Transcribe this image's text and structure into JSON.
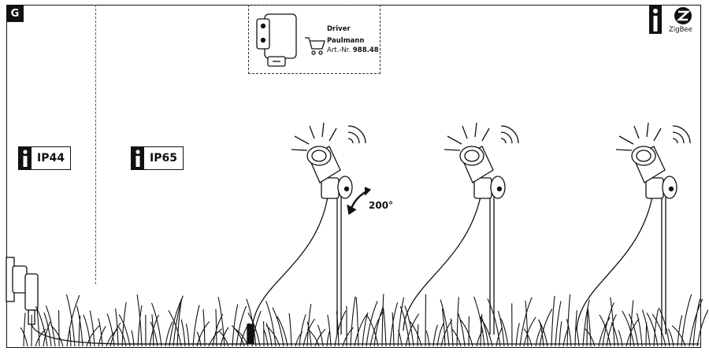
{
  "figure": {
    "letter": "G"
  },
  "driver": {
    "title": "Driver",
    "brand": "Paulmann",
    "article_prefix": "Art.-Nr.",
    "article_number": "988.48",
    "icons": [
      "plug-driver-icon",
      "shopping-cart-icon"
    ]
  },
  "zones": [
    {
      "rating": "IP44",
      "icon": "info-icon"
    },
    {
      "rating": "IP65",
      "icon": "info-icon"
    }
  ],
  "zigbee": {
    "label": "ZigBee",
    "icons": [
      "info-icon",
      "zigbee-logo-icon"
    ]
  },
  "spotlights": {
    "count_label": "",
    "rotation_label": "200°",
    "items": [
      {
        "icon": "garden-spotlight-icon",
        "signal_icon": "wireless-signal-icon"
      },
      {
        "icon": "garden-spotlight-icon",
        "signal_icon": "wireless-signal-icon"
      },
      {
        "icon": "garden-spotlight-icon",
        "signal_icon": "wireless-signal-icon"
      }
    ]
  },
  "colors": {
    "ink": "#111111",
    "paper": "#ffffff"
  }
}
